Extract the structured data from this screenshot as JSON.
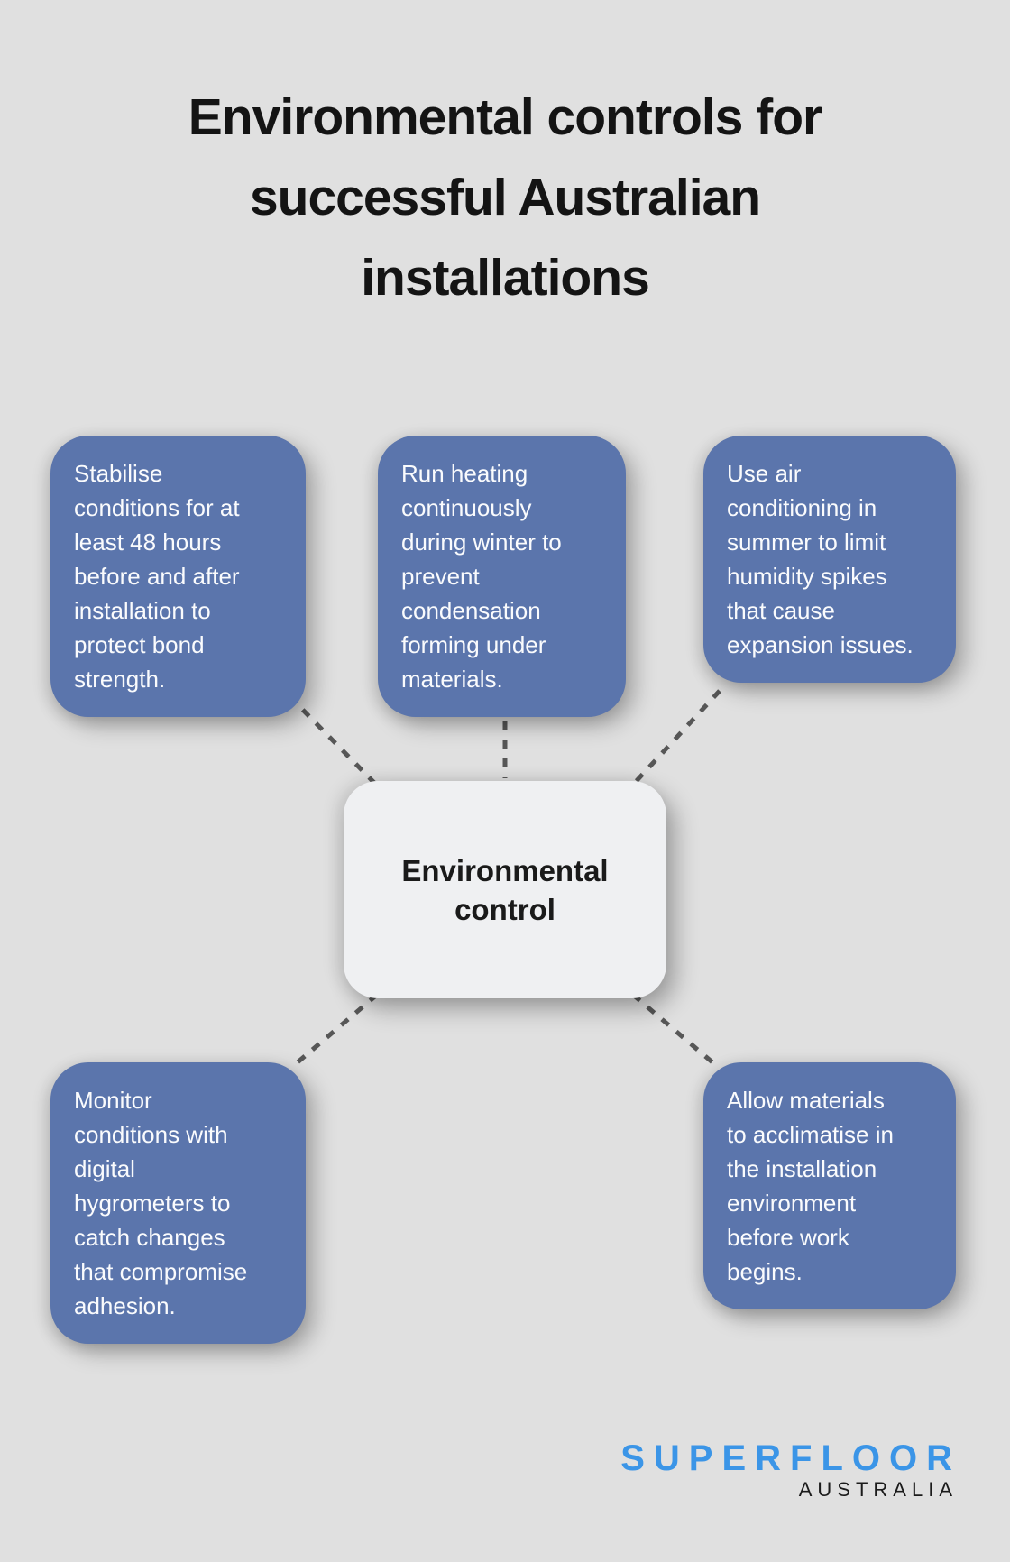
{
  "page": {
    "background_color": "#e0e0e0",
    "title_lines": [
      "Environmental controls for",
      "successful Australian",
      "installations"
    ]
  },
  "diagram": {
    "center": {
      "label": "Environmental\ncontrol",
      "fill_color": "#eff0f2",
      "text_color": "#1a1a1a"
    },
    "node_fill_color": "#5b75ac",
    "node_text_color": "#fafbfd",
    "connector_color": "#575757",
    "nodes": [
      {
        "id": "stabilise-conditions",
        "text": "Stabilise\nconditions for at\nleast 48 hours\nbefore and after\ninstallation to\nprotect bond\nstrength."
      },
      {
        "id": "run-heating",
        "text": "Run heating\ncontinuously\nduring winter to\nprevent\ncondensation\nforming under\nmaterials."
      },
      {
        "id": "air-conditioning",
        "text": "Use air\nconditioning in\nsummer to limit\nhumidity spikes\nthat cause\nexpansion issues."
      },
      {
        "id": "monitor-conditions",
        "text": "Monitor\nconditions with\ndigital\nhygrometers to\ncatch changes\nthat compromise\nadhesion."
      },
      {
        "id": "acclimatise-materials",
        "text": "Allow materials\nto acclimatise in\nthe installation\nenvironment\nbefore work\nbegins."
      }
    ]
  },
  "logo": {
    "brand": "SUPERFLOOR",
    "region": "AUSTRALIA",
    "brand_color": "#3b95e7",
    "region_color": "#1b1b1b"
  }
}
